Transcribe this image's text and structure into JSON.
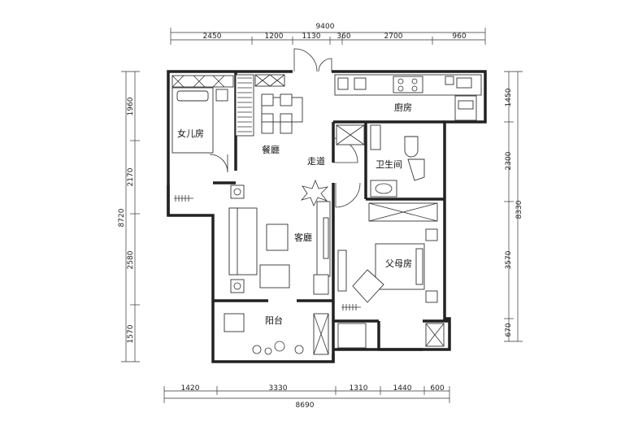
{
  "dimensions": {
    "top_total": "9400",
    "top_segments": [
      "2450",
      "1200",
      "1130",
      "360",
      "2700",
      "960"
    ],
    "bottom_total": "8690",
    "bottom_segments": [
      "1420",
      "3330",
      "1310",
      "1440",
      "600"
    ],
    "left_total": "8720",
    "left_segments": [
      "1960",
      "2170",
      "2580",
      "1570"
    ],
    "right_total": "8330",
    "right_segments": [
      "1450",
      "2300",
      "3570",
      "670"
    ]
  },
  "rooms": {
    "daughter_room": "女儿房",
    "dining": "餐廳",
    "corridor": "走道",
    "kitchen": "廚房",
    "bathroom": "卫生间",
    "living": "客廳",
    "parents_room": "父母房",
    "balcony": "阳台"
  }
}
